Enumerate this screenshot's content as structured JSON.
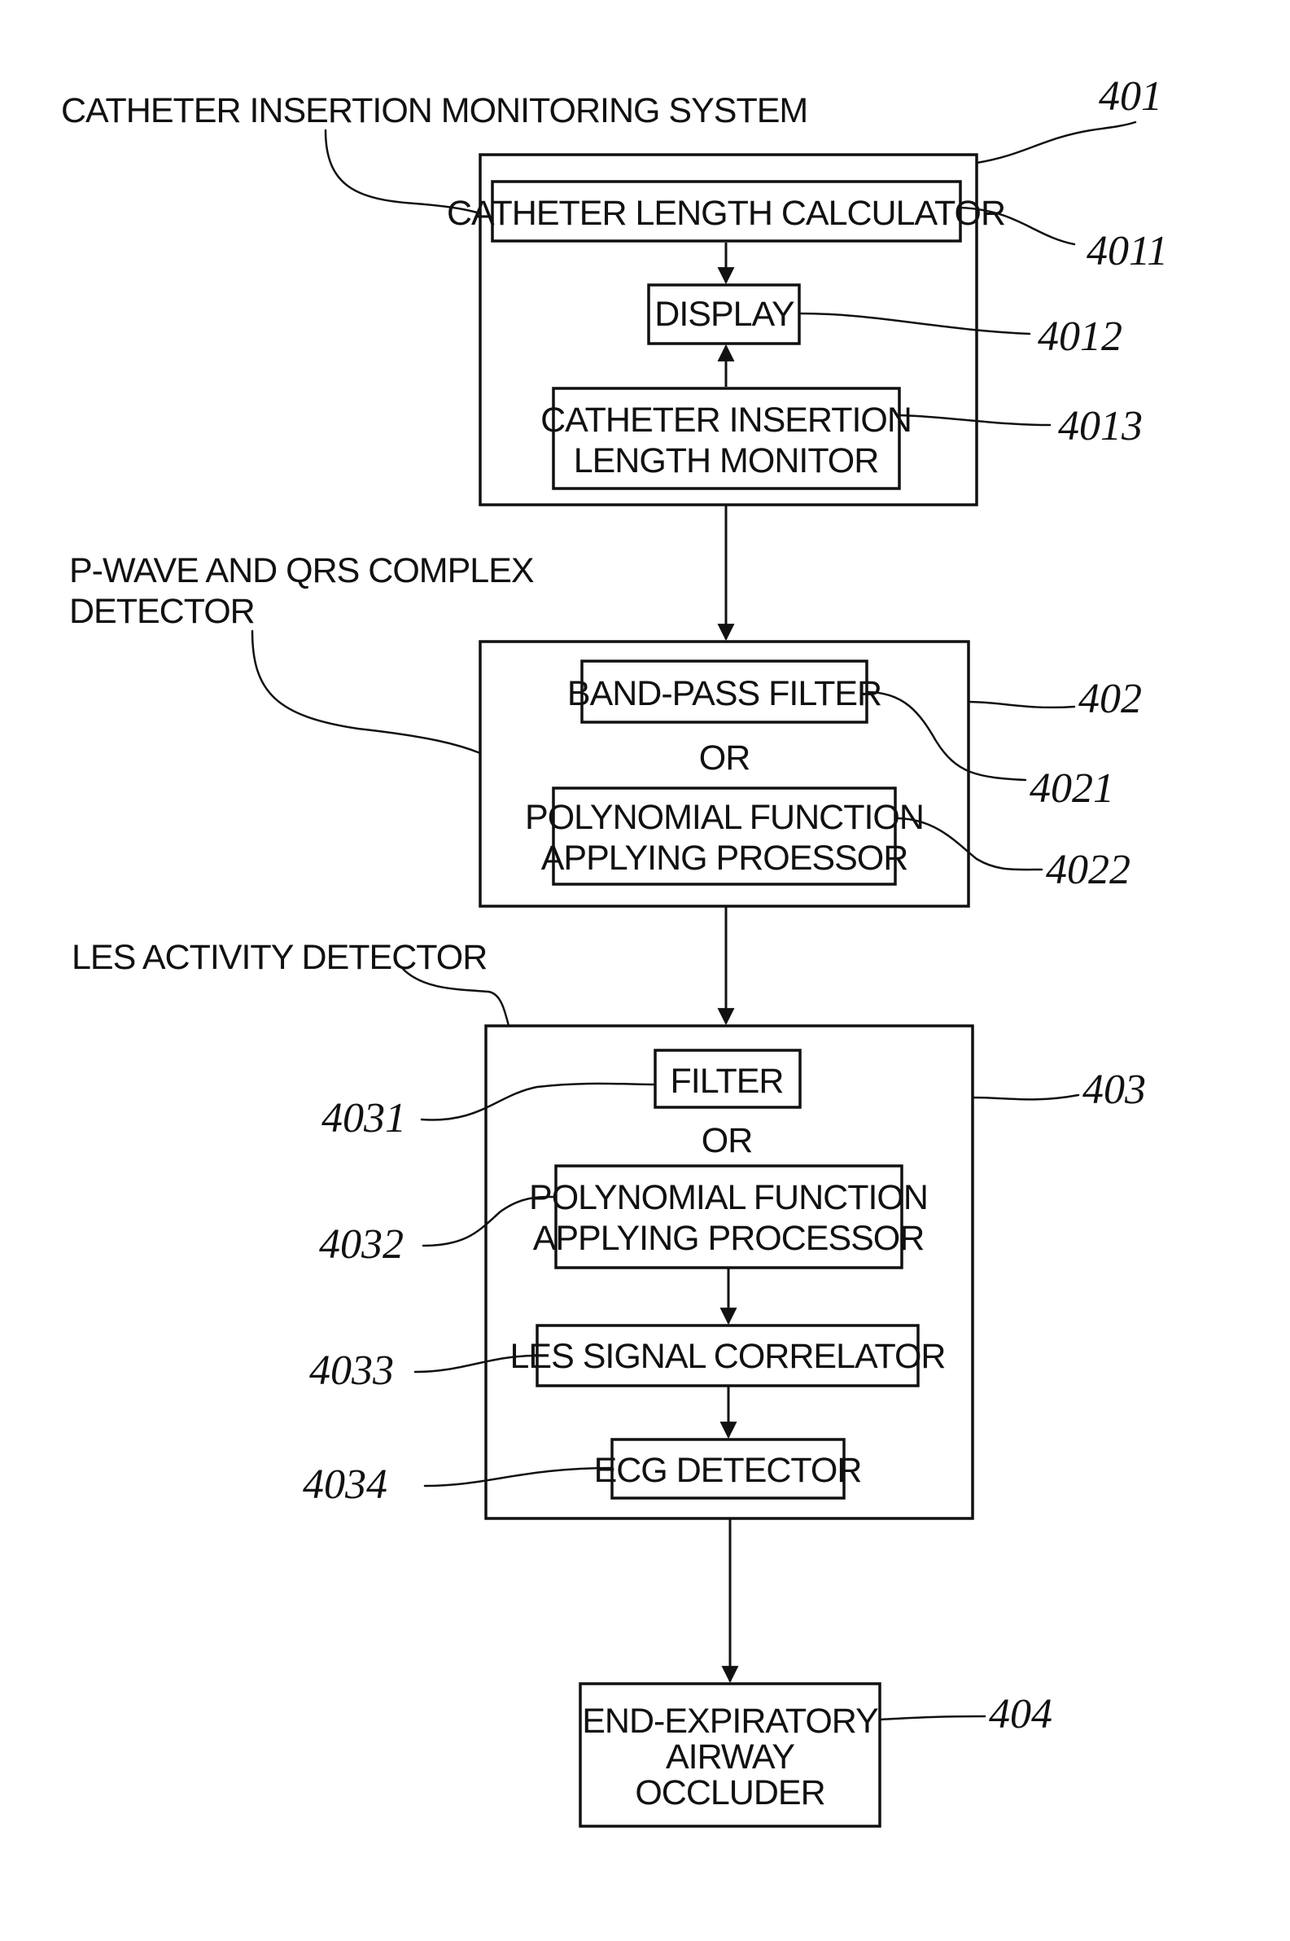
{
  "system_401": {
    "caption": "CATHETER INSERTION MONITORING SYSTEM",
    "ref": "401",
    "length_calculator": {
      "label": "CATHETER LENGTH CALCULATOR",
      "ref": "4011"
    },
    "display": {
      "label": "DISPLAY",
      "ref": "4012"
    },
    "insertion_monitor": {
      "line1": "CATHETER INSERTION",
      "line2": "LENGTH MONITOR",
      "ref": "4013"
    }
  },
  "detector_402": {
    "caption_line1": "P-WAVE AND QRS COMPLEX",
    "caption_line2": "DETECTOR",
    "ref": "402",
    "band_pass_filter": {
      "label": "BAND-PASS FILTER",
      "ref": "4021"
    },
    "or_label": "OR",
    "polynomial_processor": {
      "line1": "POLYNOMIAL FUNCTION",
      "line2": "APPLYING PROESSOR",
      "ref": "4022"
    }
  },
  "detector_403": {
    "caption": "LES ACTIVITY DETECTOR",
    "ref": "403",
    "filter": {
      "label": "FILTER",
      "ref": "4031"
    },
    "or_label": "OR",
    "polynomial_processor": {
      "line1": "POLYNOMIAL FUNCTION",
      "line2": "APPLYING PROCESSOR",
      "ref": "4032"
    },
    "les_correlator": {
      "label": "LES SIGNAL CORRELATOR",
      "ref": "4033"
    },
    "ecg_detector": {
      "label": "ECG DETECTOR",
      "ref": "4034"
    }
  },
  "occluder_404": {
    "line1": "END-EXPIRATORY",
    "line2": "AIRWAY",
    "line3": "OCCLUDER",
    "ref": "404"
  }
}
